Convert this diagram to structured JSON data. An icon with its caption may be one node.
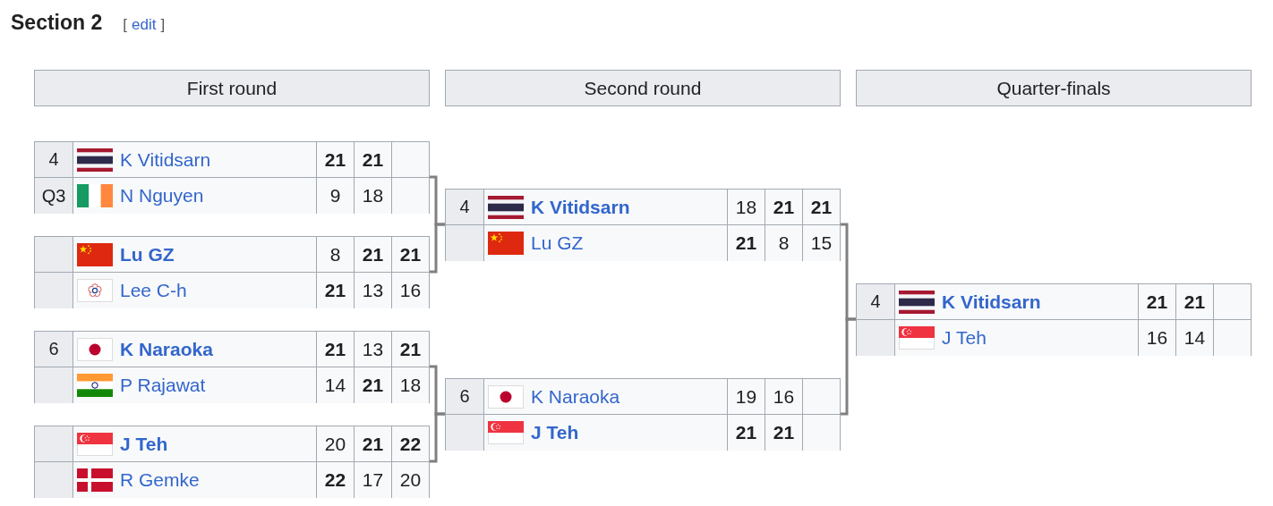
{
  "diagram": {
    "title": "Section 2",
    "nodes": [
      {
        "text": [
          "First round"
        ]
      },
      {
        "text": [
          "Second round"
        ]
      },
      {
        "text": [
          "Quarter-finals"
        ]
      },
      {
        "text": [],
        "shape": "box"
      },
      {
        "text": [
          "K Vitidsarn",
          "21",
          "21"
        ],
        "in": 3,
        "beside": [
          "4"
        ]
      },
      {
        "text": [
          "N Nguyen",
          "9",
          "18"
        ],
        "in": 3,
        "beside": [
          "Q3"
        ]
      },
      {
        "text": [],
        "shape": "box"
      },
      {
        "text": [
          "Lu GZ",
          "8",
          "21",
          "21"
        ],
        "in": 6
      },
      {
        "text": [
          "Lee C-h",
          "21",
          "13",
          "16"
        ],
        "in": 6
      },
      {
        "text": [],
        "shape": "box"
      },
      {
        "text": [
          "K Naraoka",
          "21",
          "13",
          "21"
        ],
        "in": 9,
        "beside": [
          "6"
        ]
      },
      {
        "text": [
          "P Rajawat",
          "14",
          "21",
          "18"
        ],
        "in": 9
      },
      {
        "text": [],
        "shape": "box"
      },
      {
        "text": [
          "J Teh",
          "20",
          "21",
          "22"
        ],
        "in": 12
      },
      {
        "text": [
          "R Gemke",
          "22",
          "17",
          "20"
        ],
        "in": 12
      },
      {
        "text": [],
        "shape": "box"
      },
      {
        "text": [
          "K Vitidsarn",
          "18",
          "21",
          "21"
        ],
        "in": 15,
        "beside": [
          "4"
        ]
      },
      {
        "text": [
          "Lu GZ",
          "21",
          "8",
          "15"
        ],
        "in": 15
      },
      {
        "text": [],
        "shape": "box"
      },
      {
        "text": [
          "K Naraoka",
          "19",
          "16"
        ],
        "in": 18,
        "beside": [
          "6"
        ]
      },
      {
        "text": [
          "J Teh",
          "21",
          "21"
        ],
        "in": 18
      },
      {
        "text": [],
        "shape": "box"
      },
      {
        "text": [
          "K Vitidsarn",
          "21",
          "21"
        ],
        "in": 21,
        "beside": [
          "4"
        ]
      },
      {
        "text": [
          "J Teh",
          "16",
          "14"
        ],
        "in": 21
      }
    ],
    "edges": [
      {
        "from": 3,
        "to": 15,
        "arrow": "none"
      },
      {
        "from": 6,
        "to": 15,
        "arrow": "none"
      },
      {
        "from": 9,
        "to": 18,
        "arrow": "none"
      },
      {
        "from": 12,
        "to": 18,
        "arrow": "none"
      },
      {
        "from": 15,
        "to": 21,
        "arrow": "none"
      },
      {
        "from": 18,
        "to": 21,
        "arrow": "none"
      }
    ],
    "labels": [
      "[",
      "edit",
      "]"
    ]
  }
}
